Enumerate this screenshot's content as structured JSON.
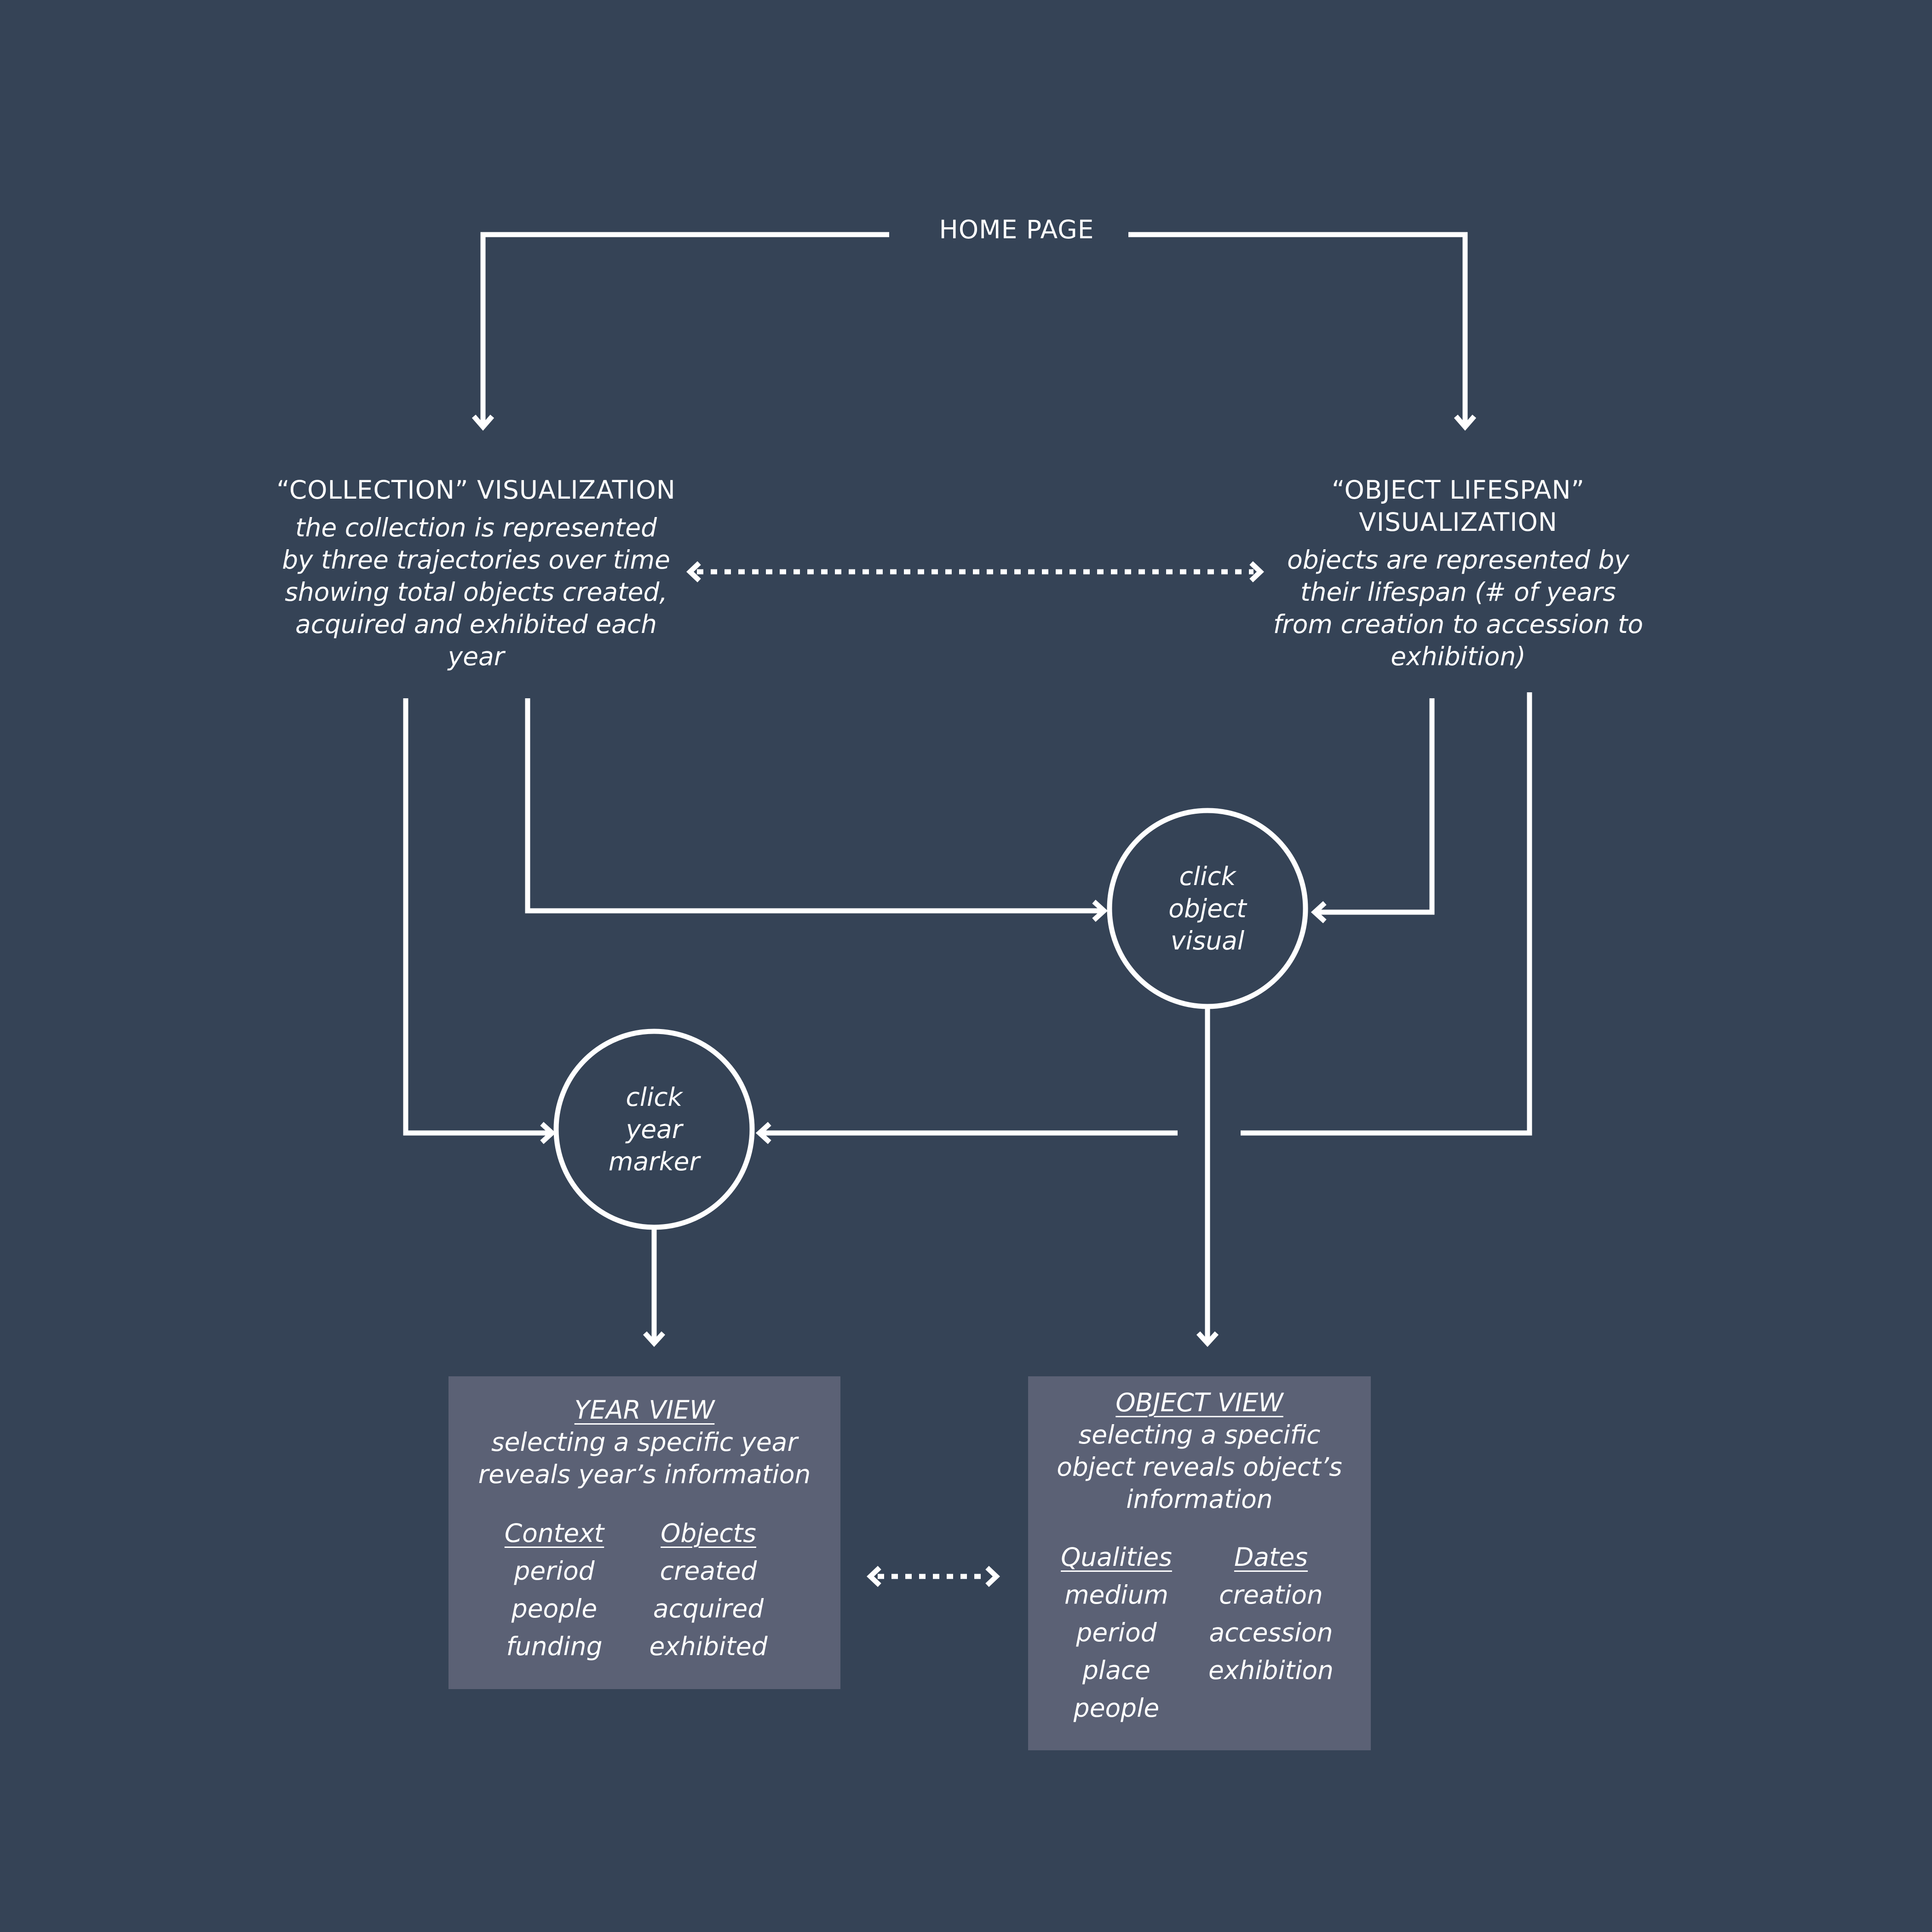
{
  "colors": {
    "background": "#354356",
    "line": "#ffffff",
    "box_fill": "#5b6175",
    "text": "#ffffff"
  },
  "home": {
    "label": "HOME PAGE"
  },
  "collection": {
    "title": "“COLLECTION” VISUALIZATION",
    "description": [
      "the collection is represented",
      "by three trajectories over time",
      "showing total objects created,",
      "acquired and exhibited each",
      "year"
    ]
  },
  "lifespan": {
    "title": [
      "“OBJECT LIFESPAN”",
      "VISUALIZATION"
    ],
    "description": [
      "objects are represented by",
      "their lifespan (# of years",
      "from creation to accession to",
      "exhibition)"
    ]
  },
  "click_object": {
    "lines": [
      "click",
      "object",
      "visual"
    ]
  },
  "click_year": {
    "lines": [
      "click",
      "year",
      "marker"
    ]
  },
  "year_view": {
    "title": "YEAR VIEW",
    "description": [
      "selecting a specific year",
      "reveals year’s information"
    ],
    "columns": [
      {
        "heading": "Context",
        "items": [
          "period",
          "people",
          "funding"
        ]
      },
      {
        "heading": "Objects",
        "items": [
          "created",
          "acquired",
          "exhibited"
        ]
      }
    ]
  },
  "object_view": {
    "title": "OBJECT VIEW",
    "description": [
      "selecting a specific",
      "object reveals object’s",
      "information"
    ],
    "columns": [
      {
        "heading": "Qualities",
        "items": [
          "medium",
          "period",
          "place",
          "people"
        ]
      },
      {
        "heading": "Dates",
        "items": [
          "creation",
          "accession",
          "exhibition"
        ]
      }
    ]
  }
}
